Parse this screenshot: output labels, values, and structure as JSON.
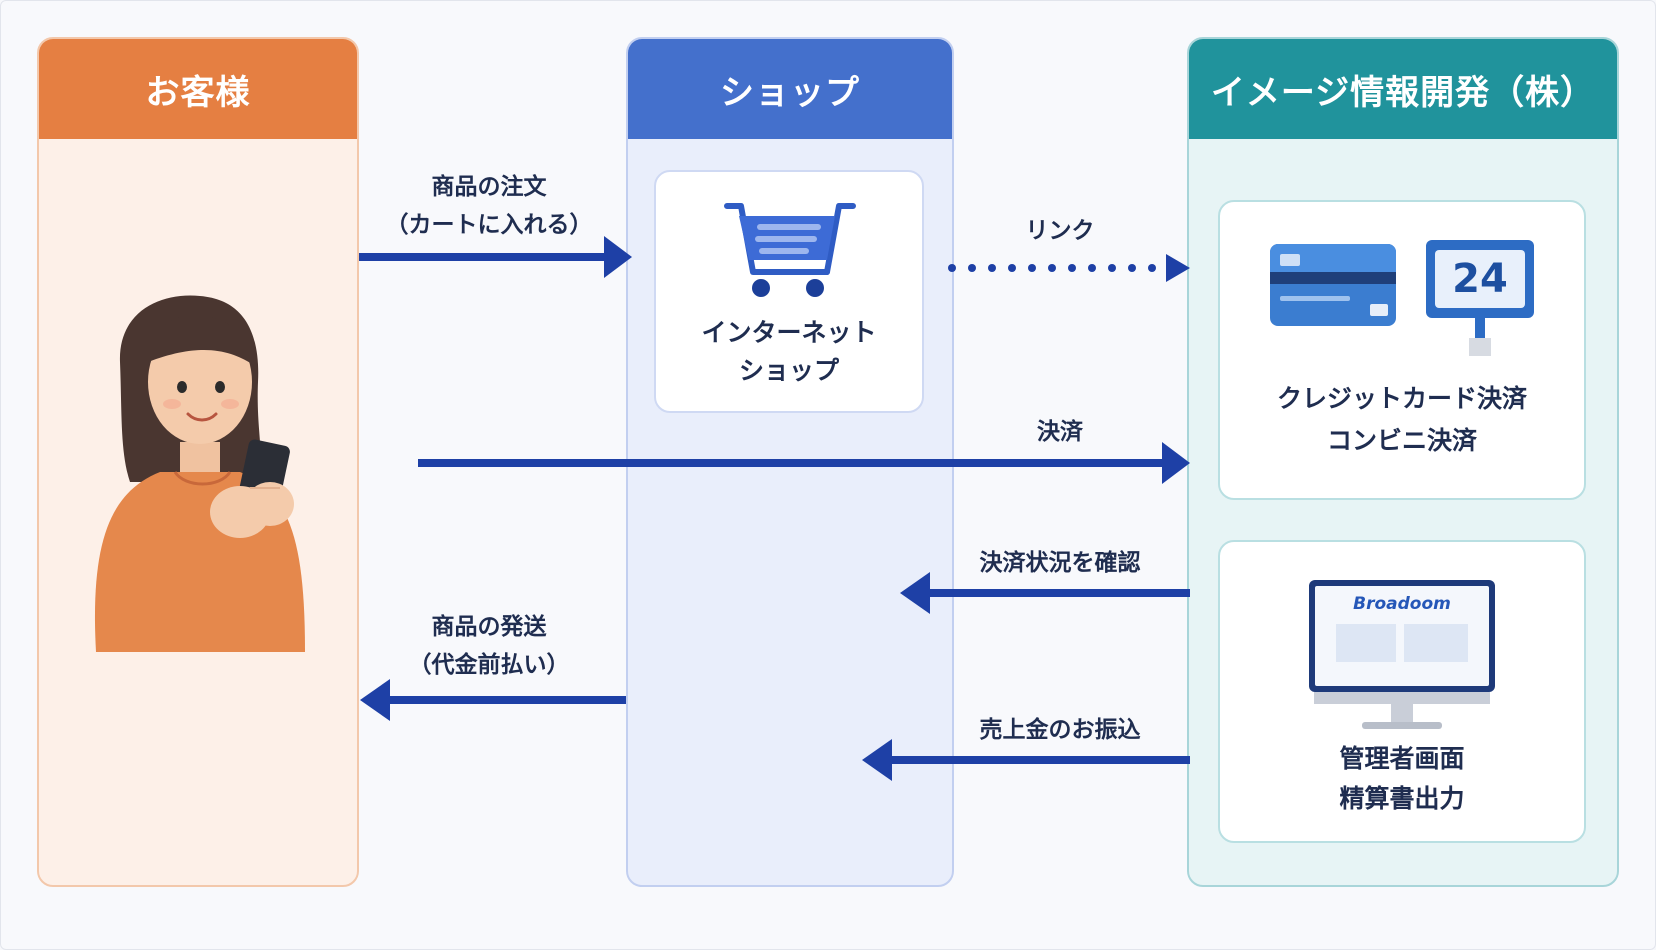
{
  "lanes": {
    "customer": {
      "title": "お客様",
      "color": "#e57f42"
    },
    "shop": {
      "title": "ショップ",
      "color": "#4470cc"
    },
    "company": {
      "title": "イメージ情報開発（株）",
      "color": "#20939c"
    }
  },
  "shop_card": {
    "line1": "インターネット",
    "line2": "ショップ"
  },
  "payment_card": {
    "line1": "クレジットカード決済",
    "line2": "コンビニ決済",
    "store_sign": "24"
  },
  "admin_card": {
    "line1": "管理者画面",
    "line2": "精算書出力",
    "monitor_brand": "Broadoom"
  },
  "flows": {
    "order": {
      "line1": "商品の注文",
      "line2": "（カートに入れる）"
    },
    "link": {
      "label": "リンク"
    },
    "payment": {
      "label": "決済"
    },
    "confirm": {
      "label": "決済状況を確認"
    },
    "shipping": {
      "line1": "商品の発送",
      "line2": "（代金前払い）"
    },
    "transfer": {
      "label": "売上金のお振込"
    }
  },
  "colors": {
    "arrow": "#1e40a6"
  }
}
